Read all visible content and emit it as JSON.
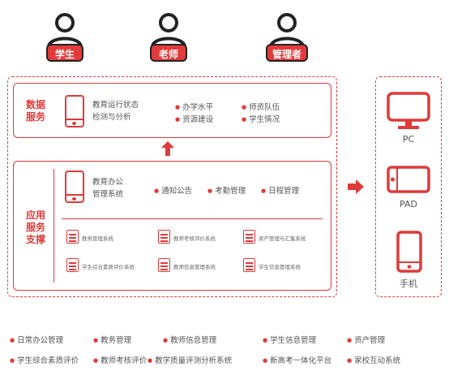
{
  "users": [
    {
      "label": "学生"
    },
    {
      "label": "老师"
    },
    {
      "label": "管理者"
    }
  ],
  "data_service": {
    "title_line1": "数据",
    "title_line2": "服务",
    "desc_line1": "教育运行状态",
    "desc_line2": "检测与分析",
    "items": [
      "办学水平",
      "师资队伍",
      "资源建设",
      "学生情况"
    ]
  },
  "app_service": {
    "title_line1": "应用",
    "title_line2": "服务",
    "title_line3": "支撑",
    "desc_line1": "教育办公",
    "desc_line2": "管理系统",
    "items": [
      "通知公告",
      "考勤管理",
      "日程管理"
    ],
    "systems": [
      "教务管理系统",
      "教师考核评价系统",
      "资产管理与汇集系统",
      "学生综合素质评价系统",
      "教师信息管理系统",
      "学生信息管理系统"
    ]
  },
  "devices": [
    {
      "label": "PC"
    },
    {
      "label": "PAD"
    },
    {
      "label": "手机"
    }
  ],
  "footer": {
    "row1": [
      "日常办公管理",
      "教务管理",
      "教师信息管理",
      "学生信息管理",
      "资产管理"
    ],
    "row2": [
      "学生综合素质评价",
      "教师考核评价",
      "教学质量评测分析系统",
      "新高考一体化平台",
      "家校互动系统"
    ]
  },
  "colors": {
    "accent": "#e03a3a"
  }
}
